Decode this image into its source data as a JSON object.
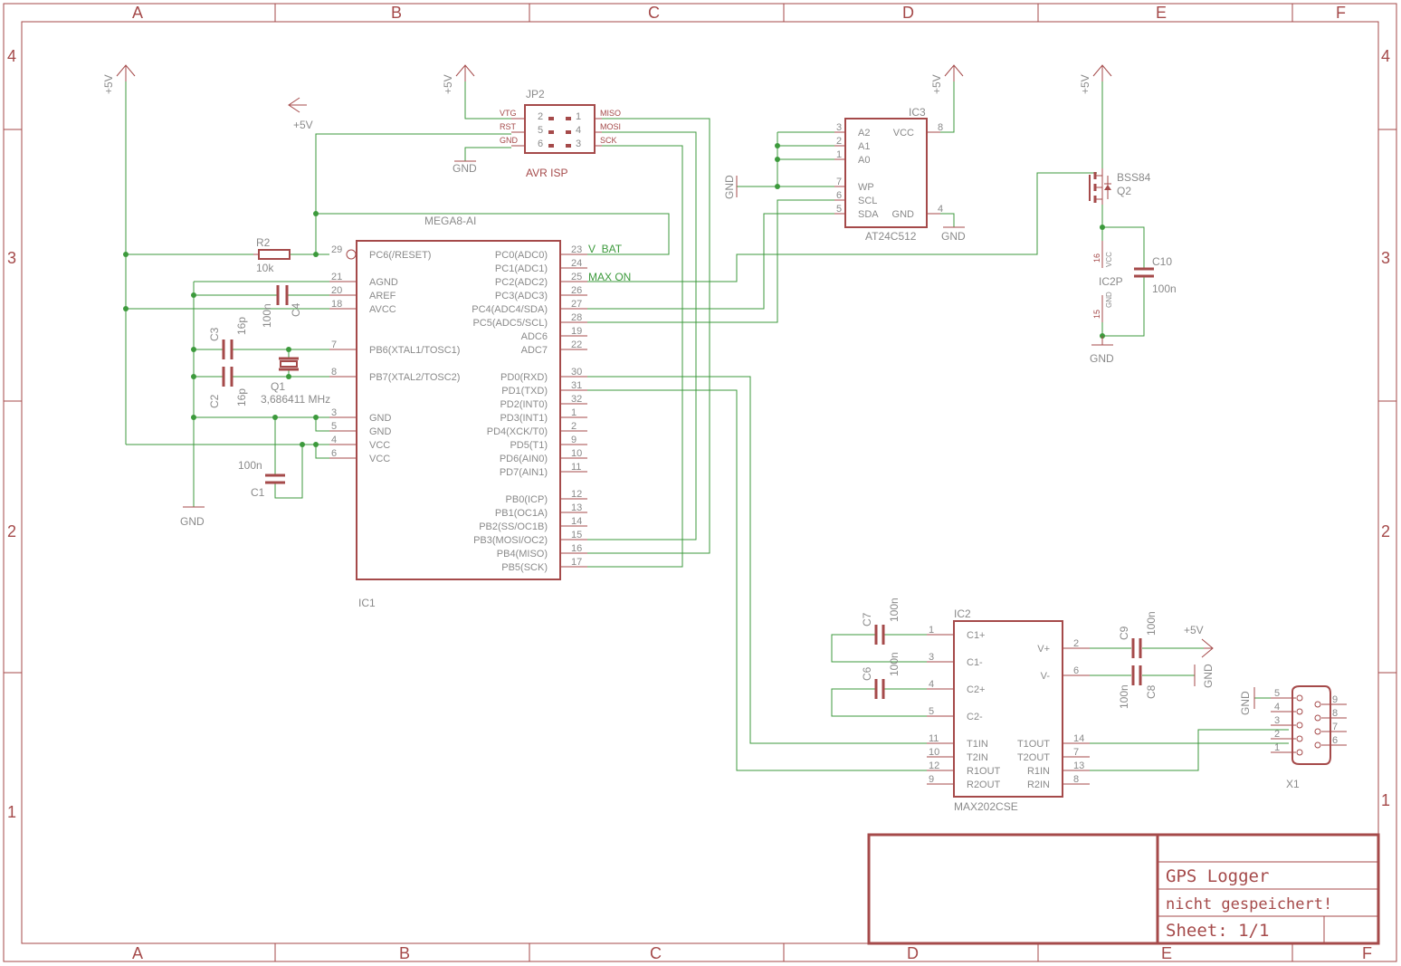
{
  "frame": {
    "columns": [
      "A",
      "B",
      "C",
      "D",
      "E",
      "F"
    ],
    "rows": [
      "4",
      "3",
      "2",
      "1"
    ]
  },
  "title_block": {
    "title": "GPS Logger",
    "status": "nicht gespeichert!",
    "sheet": "Sheet: 1/1"
  },
  "supply": {
    "vcc": "+5V",
    "gnd": "GND"
  },
  "components": {
    "ic1": {
      "name": "IC1",
      "value": "MEGA8-AI",
      "left_pins": [
        {
          "num": "29",
          "name": "PC6(/RESET)"
        },
        {
          "num": "21",
          "name": "AGND"
        },
        {
          "num": "20",
          "name": "AREF"
        },
        {
          "num": "18",
          "name": "AVCC"
        },
        {
          "num": "7",
          "name": "PB6(XTAL1/TOSC1)"
        },
        {
          "num": "8",
          "name": "PB7(XTAL2/TOSC2)"
        },
        {
          "num": "3",
          "name": "GND"
        },
        {
          "num": "5",
          "name": "GND"
        },
        {
          "num": "4",
          "name": "VCC"
        },
        {
          "num": "6",
          "name": "VCC"
        }
      ],
      "right_pins": [
        {
          "num": "23",
          "name": "PC0(ADC0)"
        },
        {
          "num": "24",
          "name": "PC1(ADC1)"
        },
        {
          "num": "25",
          "name": "PC2(ADC2)"
        },
        {
          "num": "26",
          "name": "PC3(ADC3)"
        },
        {
          "num": "27",
          "name": "PC4(ADC4/SDA)"
        },
        {
          "num": "28",
          "name": "PC5(ADC5/SCL)"
        },
        {
          "num": "19",
          "name": "ADC6"
        },
        {
          "num": "22",
          "name": "ADC7"
        },
        {
          "num": "30",
          "name": "PD0(RXD)"
        },
        {
          "num": "31",
          "name": "PD1(TXD)"
        },
        {
          "num": "32",
          "name": "PD2(INT0)"
        },
        {
          "num": "1",
          "name": "PD3(INT1)"
        },
        {
          "num": "2",
          "name": "PD4(XCK/T0)"
        },
        {
          "num": "9",
          "name": "PD5(T1)"
        },
        {
          "num": "10",
          "name": "PD6(AIN0)"
        },
        {
          "num": "11",
          "name": "PD7(AIN1)"
        },
        {
          "num": "12",
          "name": "PB0(ICP)"
        },
        {
          "num": "13",
          "name": "PB1(OC1A)"
        },
        {
          "num": "14",
          "name": "PB2(SS/OC1B)"
        },
        {
          "num": "15",
          "name": "PB3(MOSI/OC2)"
        },
        {
          "num": "16",
          "name": "PB4(MISO)"
        },
        {
          "num": "17",
          "name": "PB5(SCK)"
        }
      ]
    },
    "ic2": {
      "name": "IC2",
      "value": "MAX202CSE",
      "left_pins": [
        {
          "num": "1",
          "name": "C1+"
        },
        {
          "num": "3",
          "name": "C1-"
        },
        {
          "num": "4",
          "name": "C2+"
        },
        {
          "num": "5",
          "name": "C2-"
        },
        {
          "num": "11",
          "name": "T1IN"
        },
        {
          "num": "10",
          "name": "T2IN"
        },
        {
          "num": "12",
          "name": "R1OUT"
        },
        {
          "num": "9",
          "name": "R2OUT"
        }
      ],
      "right_pins": [
        {
          "num": "2",
          "name": "V+"
        },
        {
          "num": "6",
          "name": "V-"
        },
        {
          "num": "14",
          "name": "T1OUT"
        },
        {
          "num": "7",
          "name": "T2OUT"
        },
        {
          "num": "13",
          "name": "R1IN"
        },
        {
          "num": "8",
          "name": "R2IN"
        }
      ]
    },
    "ic2p": {
      "name": "IC2P",
      "pin_vcc": "16",
      "pin_gnd": "15",
      "label_vcc": "VCC",
      "label_gnd": "GND"
    },
    "ic3": {
      "name": "IC3",
      "value": "AT24C512",
      "left_pins": [
        {
          "num": "3",
          "name": "A2"
        },
        {
          "num": "2",
          "name": "A1"
        },
        {
          "num": "1",
          "name": "A0"
        },
        {
          "num": "7",
          "name": "WP"
        },
        {
          "num": "6",
          "name": "SCL"
        },
        {
          "num": "5",
          "name": "SDA"
        }
      ],
      "right_pins": [
        {
          "num": "8",
          "name": "VCC"
        },
        {
          "num": "4",
          "name": "GND"
        }
      ]
    },
    "jp2": {
      "name": "JP2",
      "value": "AVR ISP",
      "rows": [
        {
          "left_label": "VTG",
          "left_num": "2",
          "right_num": "1",
          "right_label": "MISO"
        },
        {
          "left_label": "RST",
          "left_num": "5",
          "right_num": "4",
          "right_label": "MOSI"
        },
        {
          "left_label": "GND",
          "left_num": "6",
          "right_num": "3",
          "right_label": "SCK"
        }
      ]
    },
    "q1": {
      "name": "Q1",
      "value": "3,686411 MHz"
    },
    "q2": {
      "name": "Q2",
      "value": "BSS84"
    },
    "r2": {
      "name": "R2",
      "value": "10k"
    },
    "c1": {
      "name": "C1",
      "value": "100n"
    },
    "c2": {
      "name": "C2",
      "value": "16p"
    },
    "c3": {
      "name": "C3",
      "value": "16p"
    },
    "c4": {
      "name": "C4",
      "value": "100n"
    },
    "c6": {
      "name": "C6",
      "value": "100n"
    },
    "c7": {
      "name": "C7",
      "value": "100n"
    },
    "c8": {
      "name": "C8",
      "value": "100n"
    },
    "c9": {
      "name": "C9",
      "value": "100n"
    },
    "c10": {
      "name": "C10",
      "value": "100n"
    },
    "x1": {
      "name": "X1",
      "pins": [
        "5",
        "4",
        "3",
        "2",
        "1",
        "9",
        "8",
        "7",
        "6"
      ]
    }
  },
  "nets": {
    "v_bat": "V_BAT",
    "max_on": "MAX ON"
  }
}
